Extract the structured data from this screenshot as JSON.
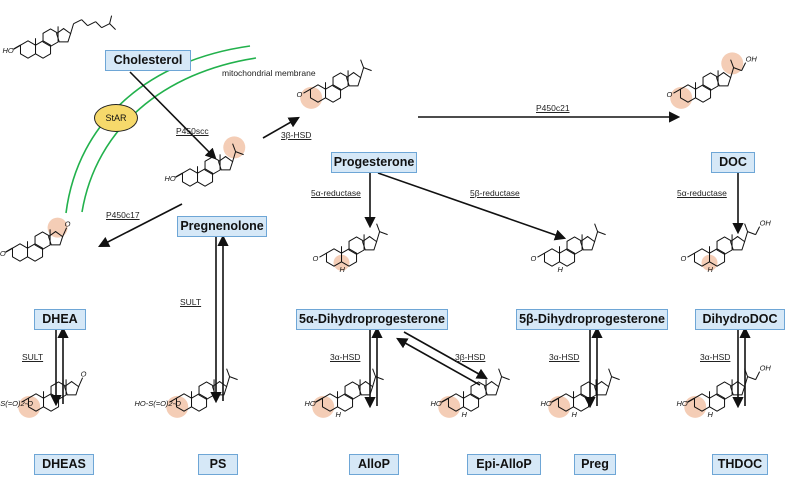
{
  "compounds": {
    "cholesterol": "Cholesterol",
    "pregnenolone": "Pregnenolone",
    "progesterone": "Progesterone",
    "doc": "DOC",
    "dhea": "DHEA",
    "dheas": "DHEAS",
    "ps": "PS",
    "dhp5a": "5α-Dihydroprogesterone",
    "dhp5b": "5β-Dihydroprogesterone",
    "dihydrodoc": "DihydroDOC",
    "allop": "AlloP",
    "epiallop": "Epi-AlloP",
    "preg": "Preg",
    "thdoc": "THDOC"
  },
  "enzymes": {
    "star": "StAR",
    "p450scc": "P450scc",
    "hsd3b": "3β-HSD",
    "p450c21": "P450c21",
    "p450c17": "P450c17",
    "red5a_1": "5α-reductase",
    "red5b": "5β-reductase",
    "red5a_2": "5α-reductase",
    "sult1": "SULT",
    "sult2": "SULT",
    "hsd3a_1": "3α-HSD",
    "hsd3b_2": "3β-HSD",
    "hsd3a_2": "3α-HSD",
    "hsd3a_3": "3α-HSD"
  },
  "membrane_label": "mitochondrial membrane",
  "atom_labels": {
    "ho": "HO",
    "o": "O",
    "h": "H",
    "oh": "OH",
    "so3": "HO-S(=O)2-O"
  },
  "colors": {
    "box_fill": "#d6e8f7",
    "box_border": "#6ea6d6",
    "membrane": "#22b14c",
    "star_fill": "#f6d96b",
    "highlight": "#f4cdb6",
    "arrow": "#111111"
  }
}
